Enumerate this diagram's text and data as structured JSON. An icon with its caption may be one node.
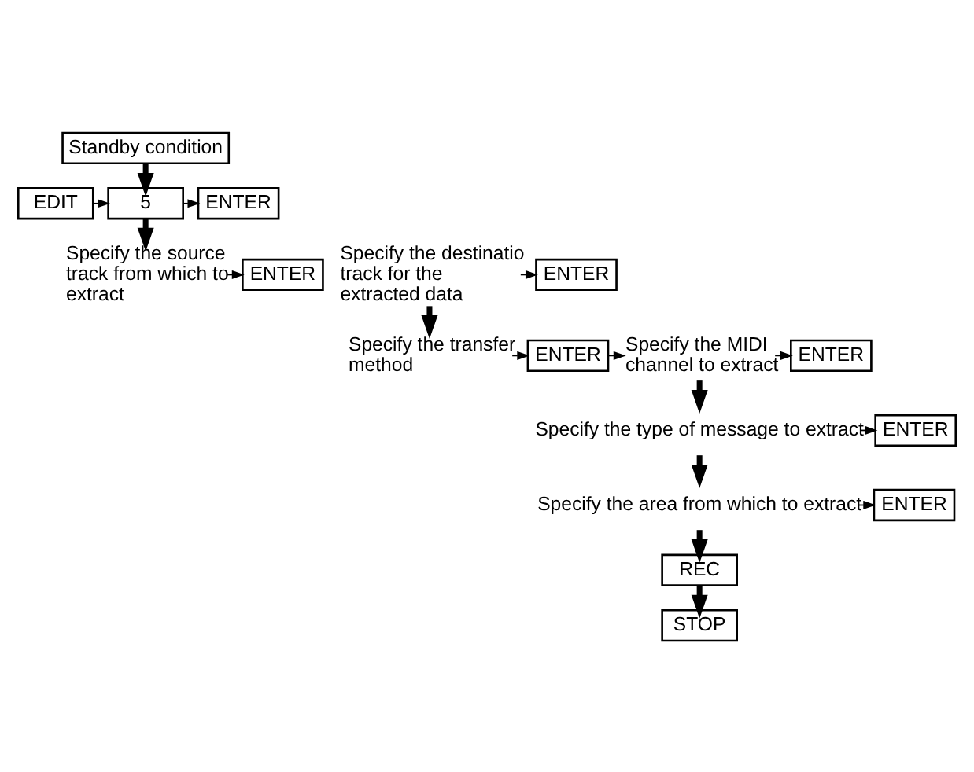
{
  "diagram": {
    "nodes": [
      {
        "text": [
          "Standby condition"
        ]
      },
      {
        "text": [
          "EDIT"
        ]
      },
      {
        "text": [
          "5"
        ]
      },
      {
        "text": [
          "ENTER"
        ]
      },
      {
        "text": [
          "Specify the source track from which to extract"
        ]
      },
      {
        "text": [
          "ENTER"
        ]
      },
      {
        "text": [
          "Specify the destinatio track for the extracted data"
        ]
      },
      {
        "text": [
          "ENTER"
        ]
      },
      {
        "text": [
          "Specify the transfer method"
        ]
      },
      {
        "text": [
          "ENTER"
        ]
      },
      {
        "text": [
          "Specify the MIDI channel to extract"
        ]
      },
      {
        "text": [
          "ENTER"
        ]
      },
      {
        "text": [
          "Specify the type of message to extract"
        ]
      },
      {
        "text": [
          "ENTER"
        ]
      },
      {
        "text": [
          "Specify the area from which to extract"
        ]
      },
      {
        "text": [
          "ENTER"
        ]
      },
      {
        "text": [
          "REC"
        ]
      },
      {
        "text": [
          "STOP"
        ]
      }
    ],
    "edges": [
      {
        "from": 0,
        "to": 2,
        "arrow": "to",
        "style": "thick"
      },
      {
        "from": 1,
        "to": 2,
        "arrow": "to"
      },
      {
        "from": 2,
        "to": 3,
        "arrow": "to"
      },
      {
        "from": 2,
        "to": 4,
        "arrow": "to",
        "style": "thick"
      },
      {
        "from": 4,
        "to": 5,
        "arrow": "to"
      },
      {
        "from": 6,
        "to": 7,
        "arrow": "to"
      },
      {
        "from": 6,
        "to": 8,
        "arrow": "to",
        "style": "thick"
      },
      {
        "from": 8,
        "to": 9,
        "arrow": "to"
      },
      {
        "from": 9,
        "to": 10,
        "arrow": "to"
      },
      {
        "from": 10,
        "to": 11,
        "arrow": "to"
      },
      {
        "from": 10,
        "to": 12,
        "arrow": "to",
        "style": "thick"
      },
      {
        "from": 12,
        "to": 13,
        "arrow": "to"
      },
      {
        "from": 12,
        "to": 14,
        "arrow": "to",
        "style": "thick"
      },
      {
        "from": 14,
        "to": 15,
        "arrow": "to"
      },
      {
        "from": 14,
        "to": 16,
        "arrow": "to",
        "style": "thick"
      },
      {
        "from": 16,
        "to": 17,
        "arrow": "to",
        "style": "thick"
      }
    ]
  }
}
